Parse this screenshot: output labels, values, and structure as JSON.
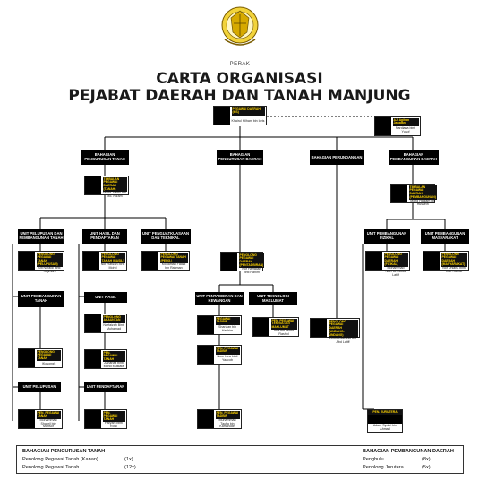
{
  "header": {
    "crest_text": "PERAK",
    "title_line1": "CARTA ORGANISASI",
    "title_line2": "PEJABAT DAERAH DAN TANAH MANJUNG"
  },
  "top": {
    "pegawai": {
      "role": "PEGAWAI DAERAH (MS)",
      "name": "Khairul Hilham bin Idris"
    },
    "aji": {
      "role": "AJI Agihan Jawatan",
      "name": "Nardiana binti Yusof"
    }
  },
  "bahagian": {
    "pengurusan_tanah": "BAHAGIAN PENGURUSAN TANAH",
    "pengurusan_daerah": "BAHAGIAN PENGURUSAN DAERAH",
    "perundangan": "BAHAGIAN PERUNDANGAN",
    "pembangunan_daerah": "BAHAGIAN PEMBANGUNAN DAERAH"
  },
  "cards": {
    "pt_head": {
      "role": "TIMBALAN PEGAWAI DAERAH (TANAH)",
      "name": "Mohd. Fairul bin Md. Nizam"
    },
    "pd_head": {
      "role": "TIMBALAN PEGAWAI DAERAH (PEMBANGUNAN)",
      "name": "Mohd Hidzam bin Hussein"
    },
    "pelupusan": {
      "role": "PENOLONG PEGAWAI TANAH (PELUPUSAN)",
      "name": "Siti Noraidi binti Sujiman"
    },
    "hasil": {
      "role": "PENOLONG PEGAWAI TANAH (HASIL)",
      "name": "Nor Hafizah binti Mohd"
    },
    "penguatkuasaan": {
      "role": "PENOLONG PEGAWAI TANAH (PENG.)",
      "name": "Mohamad Fadzli bin Rahman"
    },
    "pentadbiran_pd": {
      "role": "PENOLONG PEGAWAI DAERAH (PENTADBIRAN)",
      "name": "Nor Hamidah binti Rahim"
    },
    "perundangan": {
      "role": "PENOLONG PEGAWAI DAERAH (UNDANG-UNDANG)",
      "name": "Mohd Hasrizan bin Abd Latiff"
    },
    "fizikal": {
      "role": "PENOLONG PEGAWAI DAERAH (FIZIKAL)",
      "name": "Mohammad Nazi bin Abdul Latiff"
    },
    "masyarakat": {
      "role": "PENOLONG PEGAWAI DAERAH (MASYARAKAT)",
      "name": "Nor Dhiana binti Che Hamat"
    },
    "pembangunan_tanah": {
      "role": "PENOLONG PEGAWAI TANAH",
      "name": "(Kosong)"
    },
    "pendaftaran_tanah_1": {
      "role": "PEN. PEGAWAI TANAH",
      "name": "Mohammad Shahril bin Mansor"
    },
    "hasil_1": {
      "role": "PENOLONG AKAUNTAN",
      "name": "Norfaizah Binti Muhamad"
    },
    "hasil_2": {
      "role": "PEN. PEGAWAI TANAH",
      "name": "Zanariza binti Mohd Mustafa"
    },
    "pendaftaran_1": {
      "role": "PEN. PEGAWAI TANAH",
      "name": "Haryani binti Rosli"
    },
    "pentadbiran_1": {
      "role": "PEGAWAI TADBIR",
      "name": "Sharizan bin Hashim"
    },
    "pentadbiran_2": {
      "role": "PEN. PEGAWAI TADBIR",
      "name": "Noor Liza binti Yaacob"
    },
    "pentadbiran_3": {
      "role": "PEN. PEGAWAI TADBIR",
      "name": "Muhammad Taufiq bin Kamarudin"
    },
    "teknologi": {
      "role": "PEN. PEGAWAI TEKNOLOGI MAKLUMAT",
      "name": "Ardi bin Mohd Rashid"
    },
    "fizikal_2": {
      "role": "PEN. JURUTERA",
      "name": "Adam Syukri bin Ahmad"
    }
  },
  "units": {
    "pelupusan_pembangunan": "UNIT PELUPUSAN DAN PEMBANGUNAN TANAH",
    "hasil_pendaftaran": "UNIT HASIL DAN PENDAFTARAN",
    "penguatkuasaan": "UNIT PENGUATKUASAAN DAN TEKNIKAL",
    "pembangunan_tanah": "UNIT PEMBANGUNAN TANAH",
    "pelupusan": "UNIT PELUPUSAN",
    "hasil": "UNIT HASIL",
    "pendaftaran": "UNIT PENDAFTARAN",
    "pentadbiran_kewangan": "UNIT PENTADBIRAN DAN KEWANGAN",
    "teknologi": "UNIT TEKNOLOGI MAKLUMAT",
    "fizikal": "UNIT PEMBANGUNAN FIZIKAL",
    "masyarakat": "UNIT PEMBANGUNAN MASYARAKAT"
  },
  "footer": {
    "left_title": "BAHAGIAN PENGURUSAN TANAH",
    "left_1": "Penolong Pegawai Tanah (Kanan)",
    "left_1_count": "(1x)",
    "left_2": "Penolong Pegawai Tanah",
    "left_2_count": "(12x)",
    "right_title": "BAHAGIAN PEMBANGUNAN DAERAH",
    "right_1": "Penghulu",
    "right_1_count": "(8x)",
    "right_2": "Penolong Jurutera",
    "right_2_count": "(5x)"
  },
  "colors": {
    "header_bg": "#000000",
    "role_text": "#ffd400",
    "line": "#000000"
  }
}
